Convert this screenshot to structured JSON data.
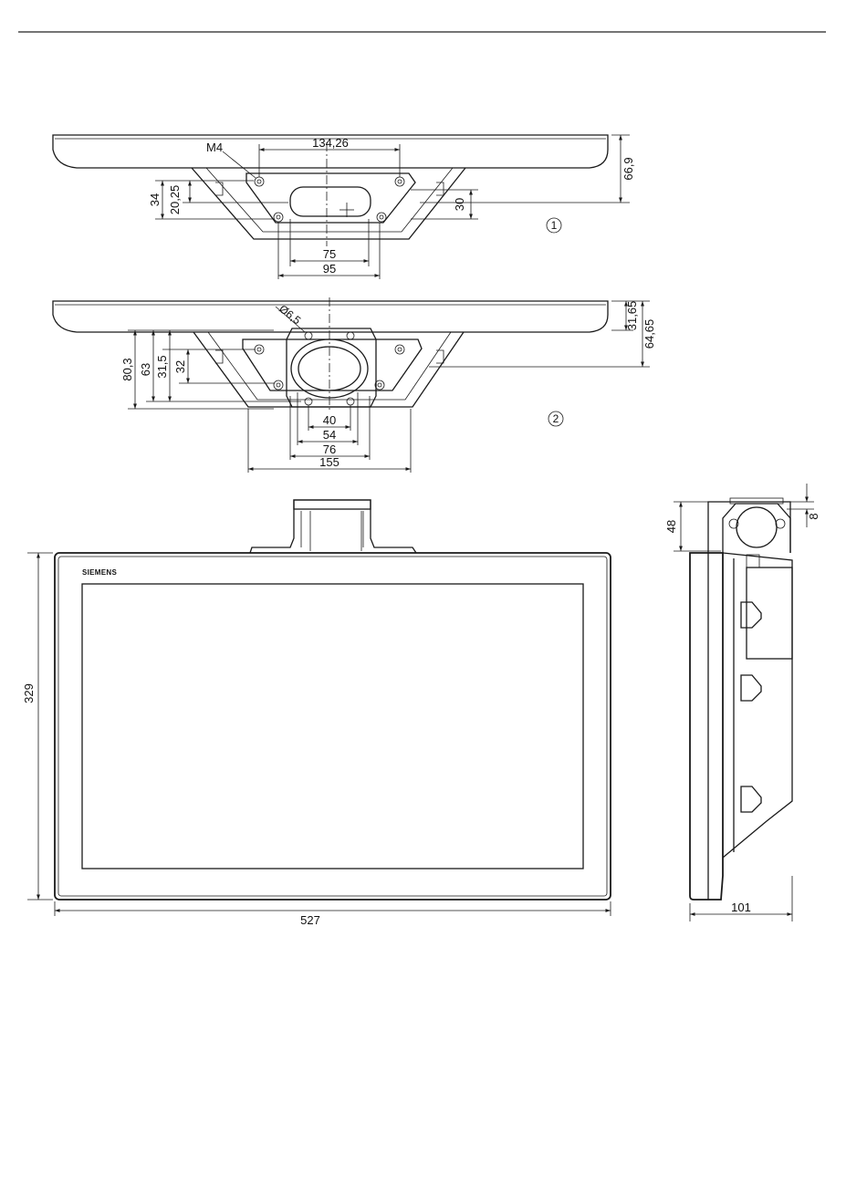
{
  "view1": {
    "callout": "1",
    "thread_label": "M4",
    "dims": {
      "hole_spacing_top": "134,26",
      "height_overall": "66,9",
      "offset_left_outer": "34",
      "offset_left_inner": "20,25",
      "offset_right": "30",
      "slot_width_inner": "75",
      "slot_width_outer": "95"
    }
  },
  "view2": {
    "callout": "2",
    "hole_diameter": "Ø6,5",
    "dims": {
      "height_upper": "31,65",
      "height_overall": "64,65",
      "offset_left_a": "80,3",
      "offset_left_b": "63",
      "offset_left_c": "31,5",
      "offset_left_d": "32",
      "width_40": "40",
      "width_54": "54",
      "width_76": "76",
      "width_155": "155"
    }
  },
  "front_view": {
    "brand": "SIEMENS",
    "height": "329",
    "width": "527"
  },
  "side_view": {
    "bracket_height": "48",
    "offset_small": "8",
    "depth": "101"
  }
}
